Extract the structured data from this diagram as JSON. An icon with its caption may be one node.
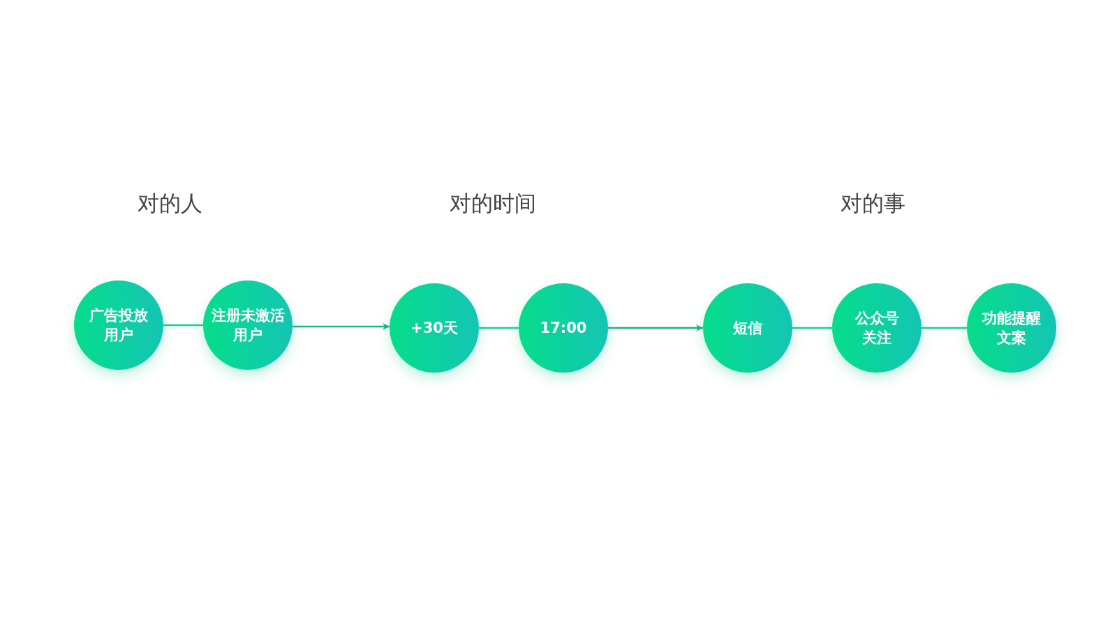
{
  "diagram": {
    "nodes": [
      {
        "text": [
          "广告投放用户"
        ]
      },
      {
        "text": [
          "注册未激活用户"
        ]
      },
      {
        "text": [
          "+30天"
        ]
      },
      {
        "text": [
          "17:00"
        ]
      },
      {
        "text": [
          "短信"
        ]
      },
      {
        "text": [
          "公众号关注"
        ]
      },
      {
        "text": [
          "功能提醒文案"
        ]
      }
    ],
    "edges": [
      {
        "from": 0,
        "to": 1,
        "arrow": "none"
      },
      {
        "from": 1,
        "to": 2,
        "arrow": "to"
      },
      {
        "from": 2,
        "to": 3,
        "arrow": "none"
      },
      {
        "from": 3,
        "to": 4,
        "arrow": "to"
      },
      {
        "from": 4,
        "to": 5,
        "arrow": "none"
      },
      {
        "from": 5,
        "to": 6,
        "arrow": "none"
      }
    ],
    "labels": [
      "对的人",
      "对的时间",
      "对的事"
    ]
  }
}
